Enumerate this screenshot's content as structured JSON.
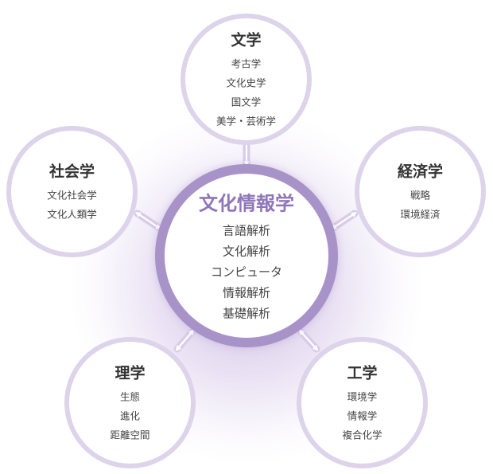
{
  "center": {
    "title": "文化情報学",
    "items": [
      "言語解析",
      "文化解析",
      "コンピュータ",
      "情報解析",
      "基礎解析"
    ]
  },
  "nodes": [
    {
      "id": "literature",
      "title": "文学",
      "items": [
        "考古学",
        "文化史学",
        "国文学",
        "美学・芸術学"
      ]
    },
    {
      "id": "sociology",
      "title": "社会学",
      "items": [
        "文化社会学",
        "文化人類学"
      ]
    },
    {
      "id": "economics",
      "title": "経済学",
      "items": [
        "戦略",
        "環境経済"
      ]
    },
    {
      "id": "science",
      "title": "理学",
      "items": [
        "生態",
        "進化",
        "距離空間"
      ]
    },
    {
      "id": "engineering",
      "title": "工学",
      "items": [
        "環境学",
        "情報学",
        "複合化学"
      ]
    }
  ],
  "colors": {
    "center_ring": "#a893c9",
    "outer_ring": "#ddd3ea",
    "center_title": "#8f76b9",
    "arrow": "#d8cde8"
  },
  "icons": [
    "double-arrow-icon"
  ]
}
